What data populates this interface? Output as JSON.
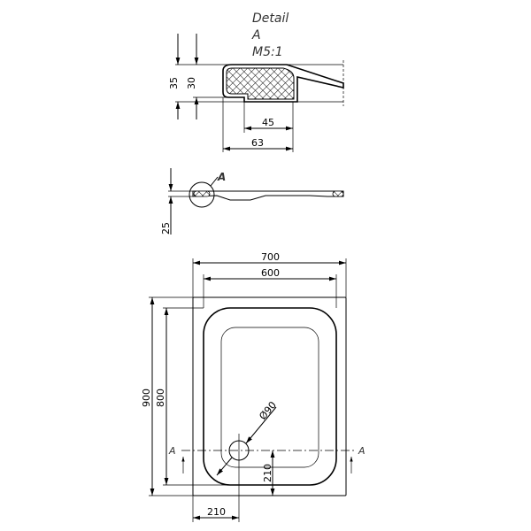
{
  "detail": {
    "title_line1": "Detail",
    "title_line2": "A",
    "title_line3": "M5:1",
    "dim_height_total": "35",
    "dim_height_inner": "30",
    "dim_width_inner": "45",
    "dim_width_total": "63"
  },
  "section": {
    "detail_marker": "A",
    "dim_height": "25"
  },
  "plan": {
    "dim_outer_width": "700",
    "dim_inner_width": "600",
    "dim_outer_length": "900",
    "dim_inner_length": "800",
    "dim_drain_diameter": "Ø90",
    "dim_drain_from_bottom": "210",
    "dim_drain_from_left": "210",
    "section_label_left": "A",
    "section_label_right": "A"
  }
}
